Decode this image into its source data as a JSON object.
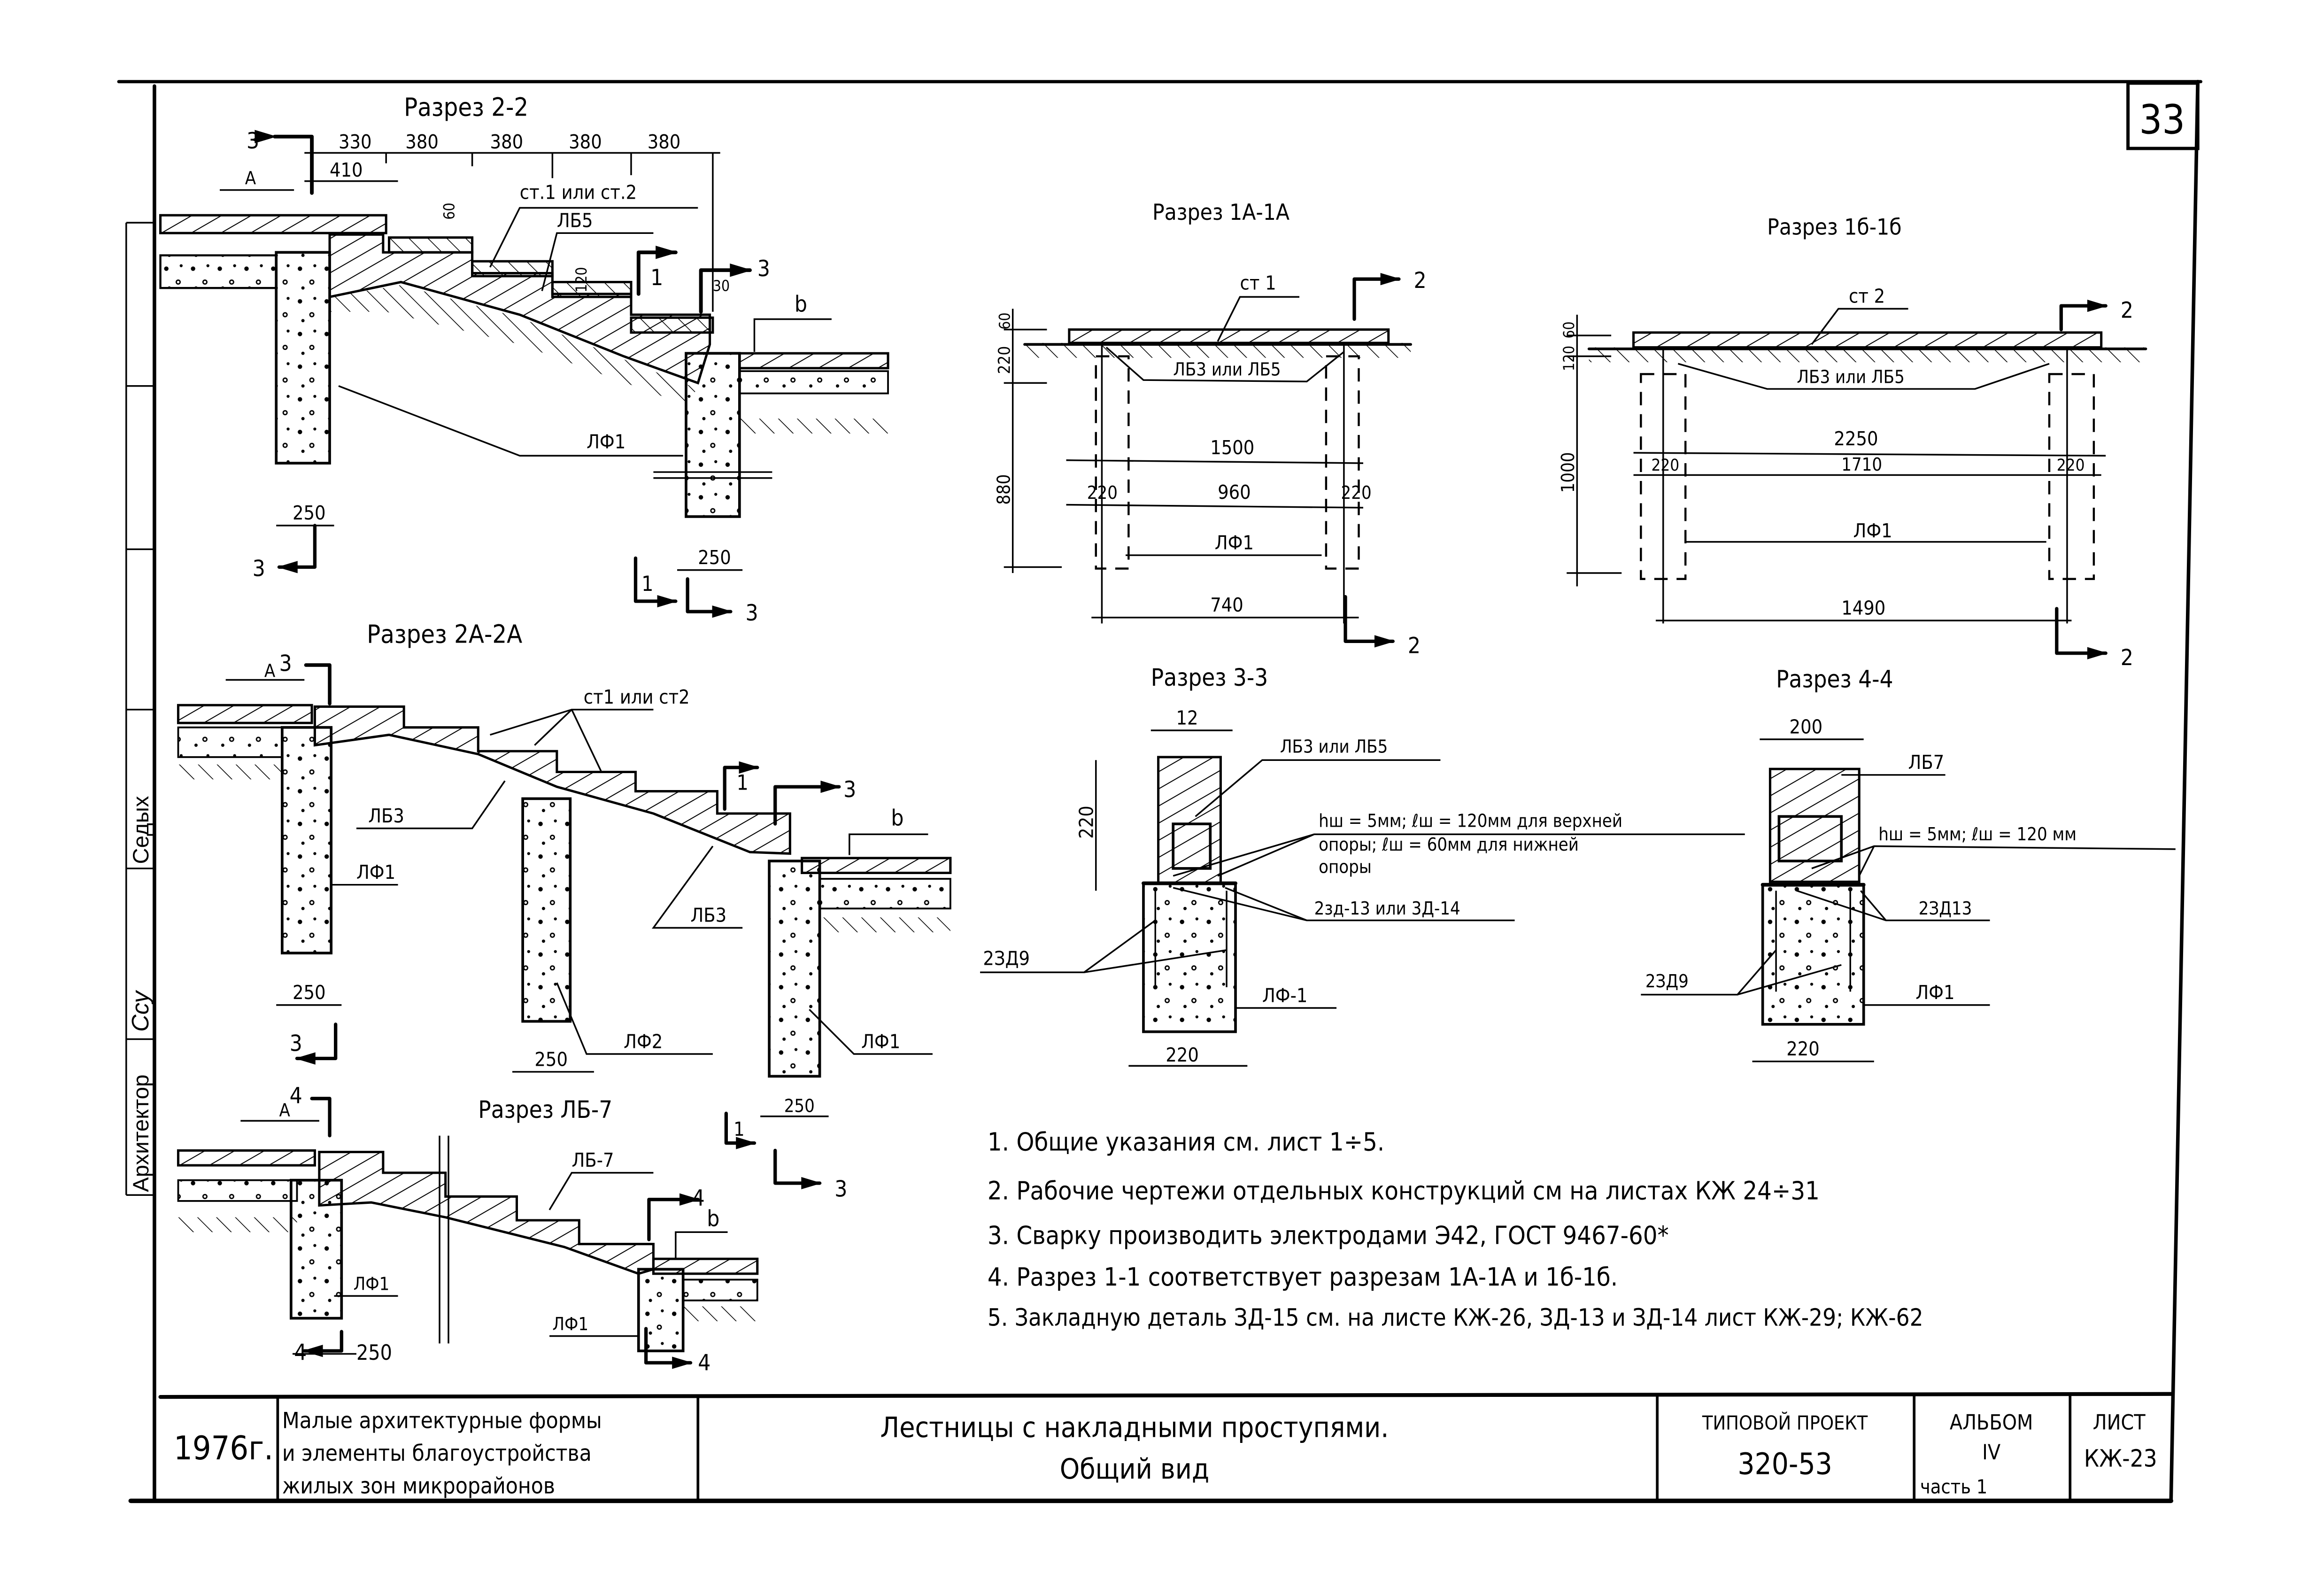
{
  "sheet": {
    "number": "33",
    "margin_stamp": {
      "role": "Архитектор",
      "signature": "Ссу",
      "name": "Седых"
    }
  },
  "section_2_2": {
    "title": "Разрез 2-2",
    "dims_top": [
      "330",
      "380",
      "380",
      "380",
      "380"
    ],
    "dim_410": "410",
    "dim_250_left": "250",
    "dim_250_right": "250",
    "dim_step_60": "60",
    "dim_step_30": "30",
    "dim_step_120": "120",
    "dim_30_cut": "30",
    "label_st": "ст.1 или ст.2",
    "label_lb": "ЛБ5",
    "label_lf": "ЛФ1",
    "label_A": "А",
    "label_b": "b",
    "cut_3": "3",
    "cut_1": "1"
  },
  "section_1a": {
    "title": "Разрез 1А-1А",
    "label_st": "ст 1",
    "label_lb": "ЛБ3 или ЛБ5",
    "label_lf": "ЛФ1",
    "dim_vert_top": "60",
    "dim_vert_mid": "220",
    "dim_vert_total": "880",
    "dim_1500": "1500",
    "dim_220_l": "220",
    "dim_960": "960",
    "dim_220_r": "220",
    "dim_740": "740",
    "cut_2": "2"
  },
  "section_1b": {
    "title": "Разрез 1б-1б",
    "label_st": "ст 2",
    "label_lb": "ЛБ3 или ЛБ5",
    "label_lf": "ЛФ1",
    "dim_vert_top": "60",
    "dim_vert_mid": "120",
    "dim_vert_total": "1000",
    "dim_2250": "2250",
    "dim_220_l": "220",
    "dim_1710": "1710",
    "dim_220_r": "220",
    "dim_1490": "1490",
    "cut_2": "2"
  },
  "section_2a": {
    "title": "Разрез 2А-2А",
    "label_st": "ст1 или ст2",
    "label_lb3_a": "ЛБ3",
    "label_lb3_b": "ЛБ3",
    "label_lf1_a": "ЛФ1",
    "label_lf2": "ЛФ2",
    "label_lf1_b": "ЛФ1",
    "dim_250_a": "250",
    "dim_250_b": "250",
    "label_A": "А",
    "label_b": "b",
    "cut_3": "3",
    "cut_1": "1"
  },
  "section_3_3": {
    "title": "Разрез 3-3",
    "dim_top": "12",
    "dim_vert": "220",
    "dim_bottom": "220",
    "label_lb": "ЛБ3 или ЛБ5",
    "label_weld": [
      "hш = 5мм; ℓш = 120мм для верхней",
      "опоры; ℓш = 60мм для нижней",
      "опоры"
    ],
    "label_zd": "2зд-13 или 3Д-14",
    "label_zd9": "2ЗД9",
    "label_lf": "ЛФ-1"
  },
  "section_4_4": {
    "title": "Разрез 4-4",
    "dim_top": "200",
    "dim_bottom": "220",
    "label_lb": "ЛБ7",
    "label_weld": "hш = 5мм; ℓш = 120 мм",
    "label_zd13": "2ЗД13",
    "label_zd9": "2ЗД9",
    "label_lf": "ЛФ1"
  },
  "section_lb7": {
    "title": "Разрез ЛБ-7",
    "label_lb": "ЛБ-7",
    "label_lf_a": "ЛФ1",
    "label_lf_b": "ЛФ1",
    "dim_250_top": "250",
    "dim_250_bottom": "250",
    "label_A": "А",
    "label_b": "b",
    "cut_4": "4",
    "cut_1": "1",
    "cut_3": "3"
  },
  "notes": [
    "1. Общие указания см. лист 1÷5.",
    "2. Рабочие чертежи отдельных конструкций см на листах КЖ 24÷31",
    "3. Сварку производить электродами Э42, ГОСТ 9467-60*",
    "4. Разрез 1-1 соответствует разрезам 1А-1А и 1б-1б.",
    "5. Закладную деталь ЗД-15 см. на листе КЖ-26, ЗД-13 и ЗД-14 лист КЖ-29; КЖ-62"
  ],
  "title_block": {
    "year": "1976г.",
    "series": [
      "Малые архитектурные формы",
      "и элементы благоустройства",
      "жилых зон микрорайонов"
    ],
    "title": [
      "Лестницы с накладными проступями.",
      "Общий вид"
    ],
    "project_label": "ТИПОВОЙ ПРОЕКТ",
    "project_number": "320-53",
    "album_label": "АЛЬБОМ",
    "album_number": "IV",
    "album_part": "часть 1",
    "sheet_label": "ЛИСТ",
    "sheet_code": "КЖ-23"
  }
}
